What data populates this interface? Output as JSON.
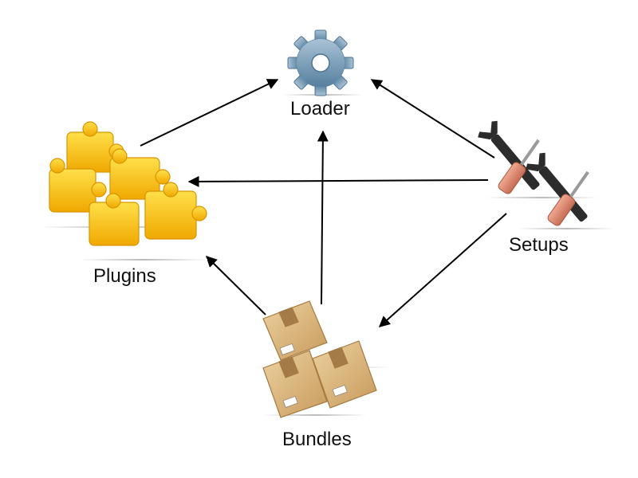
{
  "diagram": {
    "nodes": {
      "loader": {
        "label": "Loader",
        "icon": "gear-icon"
      },
      "plugins": {
        "label": "Plugins",
        "icon": "puzzle-pieces-icon"
      },
      "setups": {
        "label": "Setups",
        "icon": "wrench-screwdriver-icon"
      },
      "bundles": {
        "label": "Bundles",
        "icon": "cardboard-boxes-icon"
      }
    },
    "edges": [
      {
        "from": "plugins",
        "to": "loader"
      },
      {
        "from": "setups",
        "to": "loader"
      },
      {
        "from": "setups",
        "to": "plugins"
      },
      {
        "from": "setups",
        "to": "bundles"
      },
      {
        "from": "bundles",
        "to": "loader"
      },
      {
        "from": "bundles",
        "to": "plugins"
      }
    ]
  },
  "colors": {
    "gear": "#6f93b0",
    "puzzle": "#f5b800",
    "box": "#d9b67c",
    "tool_handle": "#d9846a",
    "tool_metal": "#2a2a2a",
    "arrow": "#000000"
  }
}
